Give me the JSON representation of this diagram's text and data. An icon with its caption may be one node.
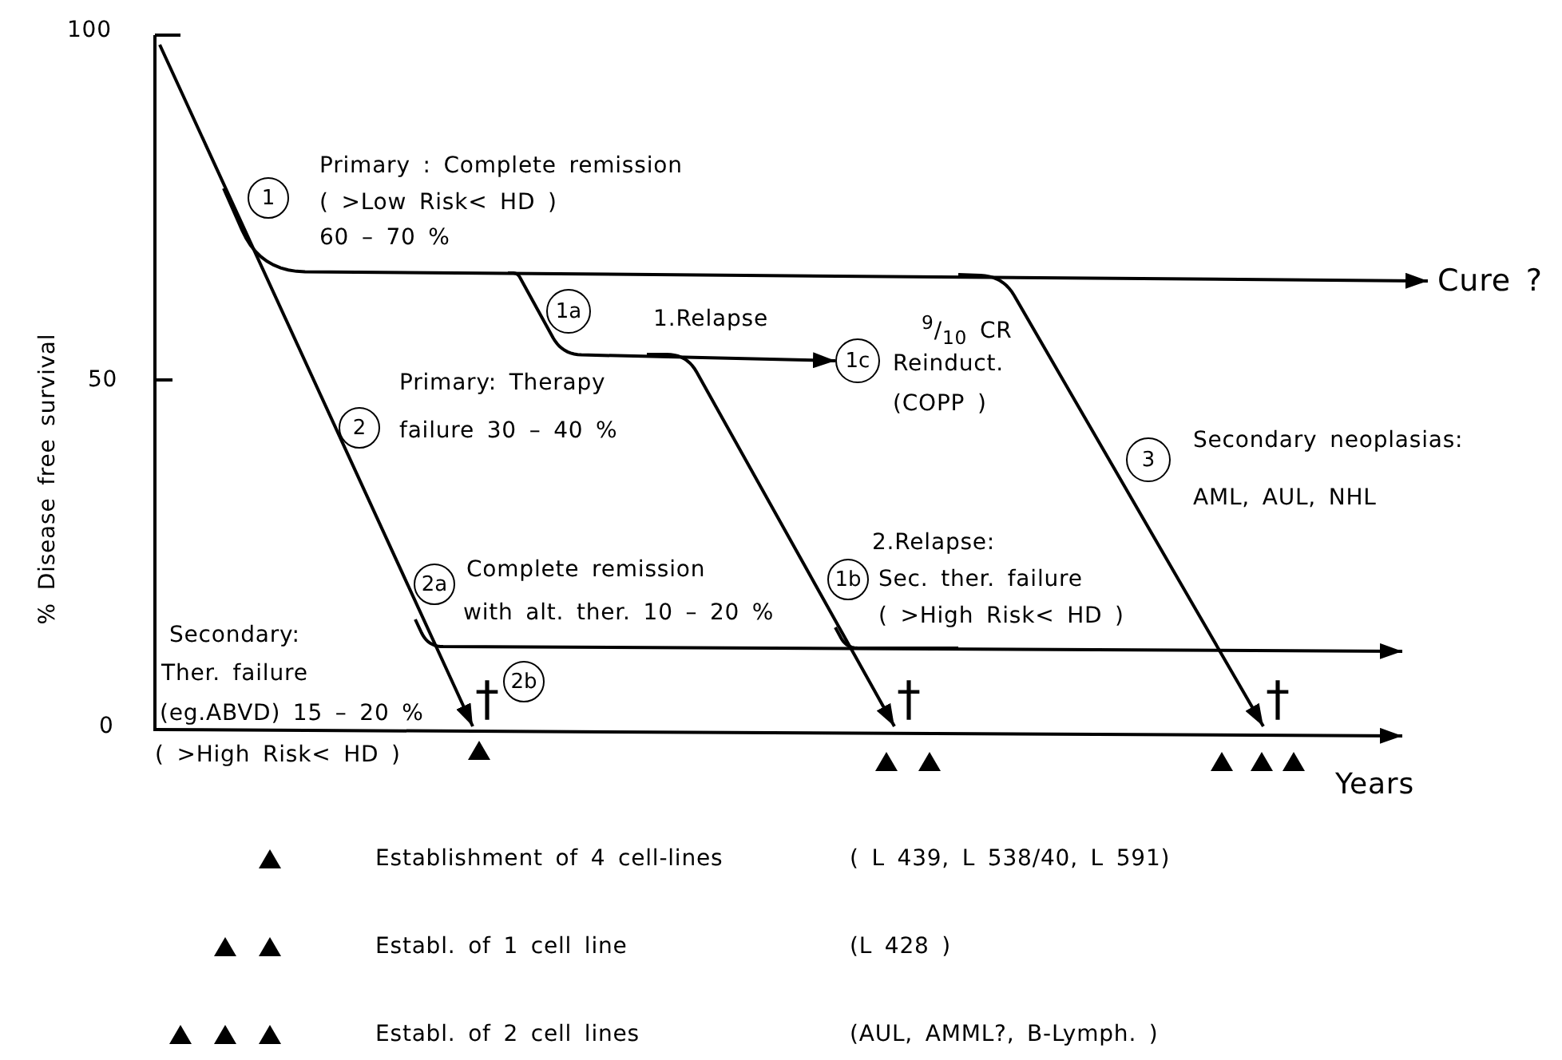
{
  "diagram": {
    "nodes": [
      {
        "text": [
          "1"
        ],
        "beside": [
          "Primary : Complete remission",
          "( >Low Risk< HD )",
          "60 – 70 %"
        ]
      },
      {
        "text": [
          "1a"
        ]
      },
      {
        "text": [
          "1c"
        ],
        "beside": [
          "$^{9}$/$_{10}$ CR",
          "Reinduct.",
          "(COPP )"
        ]
      },
      {
        "text": [
          "Cure ?"
        ]
      },
      {
        "text": [
          "2"
        ],
        "beside": [
          "Primary: Therapy",
          "failure 30 – 40 %"
        ]
      },
      {
        "text": [
          "3"
        ],
        "beside": [
          "Secondary neoplasias:",
          "AML, AUL, NHL"
        ]
      },
      {
        "text": [
          "1b"
        ],
        "beside": [
          "2.Relapse:",
          "Sec. ther. failure",
          "( >High Risk< HD )"
        ]
      },
      {
        "text": [
          "2a"
        ],
        "beside": [
          "Complete remission",
          "with alt. ther. 10 – 20 %"
        ]
      },
      {
        "text": [
          "†"
        ]
      },
      {
        "text": [
          "2b"
        ]
      },
      {
        "text": [
          "†"
        ]
      },
      {
        "text": [
          "†"
        ]
      }
    ],
    "edges": [
      {
        "from": null,
        "to": 3,
        "arrow": "to"
      },
      {
        "from": null,
        "to": 2,
        "arrow": "to",
        "label": "1.Relapse"
      },
      {
        "from": null,
        "to": 8,
        "arrow": "to"
      },
      {
        "from": null,
        "to": 10,
        "arrow": "to"
      },
      {
        "from": null,
        "to": 11,
        "arrow": "to"
      }
    ],
    "labels": [
      "100",
      "% Disease free survival",
      "50",
      "Secondary:",
      "Ther. failure",
      "(eg.ABVD) 15 – 20 %",
      "0",
      "( >High Risk< HD )",
      "Years",
      "( L 439, L 538/40, L 591)",
      "(L 428 )",
      "(AUL, AMML?, B-Lymph. )"
    ],
    "legend": [
      {
        "text": "Establishment of 4 cell-lines"
      },
      {
        "text": "Establ. of 1 cell line"
      },
      {
        "text": "Establ. of 2 cell lines"
      }
    ]
  }
}
